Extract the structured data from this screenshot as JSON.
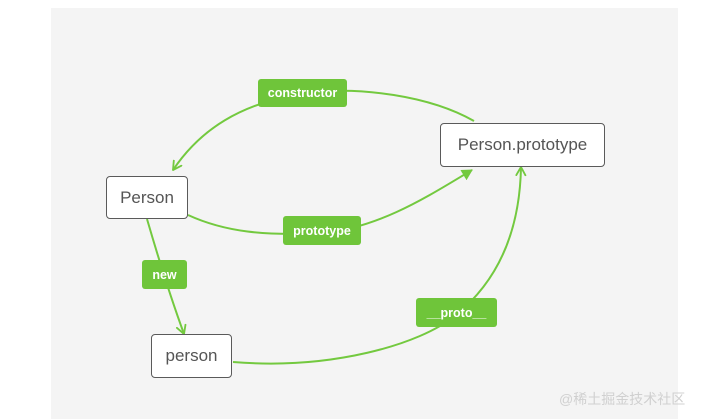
{
  "nodes": {
    "person_constructor": "Person",
    "person_prototype": "Person.prototype",
    "person_instance": "person"
  },
  "edges": {
    "constructor": "constructor",
    "prototype": "prototype",
    "new": "new",
    "proto": "__proto__"
  },
  "watermark": "@稀土掘金技术社区",
  "colors": {
    "edge": "#73c93f",
    "label_bg": "#6fc53a",
    "label_text": "#ffffff",
    "node_border": "#5a5a5a",
    "node_text": "#555555",
    "panel_bg": "#f4f4f4"
  }
}
